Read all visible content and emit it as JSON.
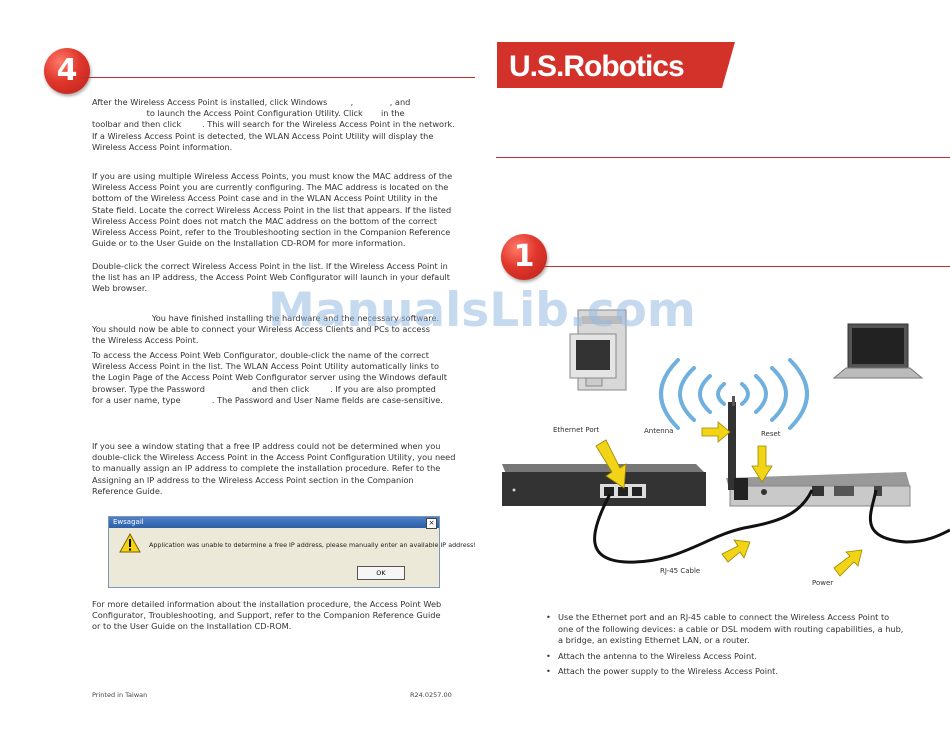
{
  "left_page": {
    "step_number": "4",
    "paragraphs": [
      [
        "After the Wireless Access Point is installed, click Windows         ,              , and",
        "                     to launch the Access Point Configuration Utility. Click       in the",
        "toolbar and then click        . This will search for the Wireless Access Point in the network.",
        "If a Wireless Access Point is detected, the WLAN Access Point Utility will display the",
        "Wireless Access Point information."
      ],
      [
        "If you are using multiple Wireless Access Points, you must know the MAC address of the",
        "Wireless Access Point you are currently configuring. The MAC address is located on the",
        "bottom of the Wireless Access Point case and in the WLAN Access Point Utility in the",
        "State field. Locate the correct Wireless Access Point in the list that appears. If the listed",
        "Wireless Access Point does not match the MAC address on the bottom of the correct",
        "Wireless Access Point, refer to the Troubleshooting section in the Companion Reference",
        "Guide or to the User Guide on the Installation CD-ROM for more information."
      ],
      [
        "Double-click the correct Wireless Access Point in the list. If the Wireless Access Point in",
        "the list has an IP address, the Access Point Web Configurator will launch in your default",
        "Web browser."
      ],
      [
        "                       You have finished installing the hardware and the necessary software.",
        "You should now be able to connect your Wireless Access Clients and PCs to access",
        "the Wireless Access Point."
      ],
      [
        "To access the Access Point Web Configurator, double-click the name of the correct",
        "Wireless Access Point in the list. The WLAN Access Point Utility automatically links to",
        "the Login Page of the Access Point Web Configurator server using the Windows default",
        "browser. Type the Password                  and then click        . If you are also prompted",
        "for a user name, type            . The Password and User Name fields are case-sensitive."
      ],
      [
        "If you see a window stating that a free IP address could not be determined when you",
        "double-click the Wireless Access Point in the Access Point Configuration Utility, you need",
        "to manually assign an IP address to complete the installation procedure. Refer to the",
        "Assigning an IP address to the Wireless Access Point section in the Companion",
        "Reference Guide."
      ],
      [
        "For more detailed information about the installation procedure, the Access Point Web",
        "Configurator, Troubleshooting, and Support, refer to the Companion Reference Guide",
        "or to the User Guide on the Installation CD-ROM."
      ]
    ],
    "dialog": {
      "title": "Ewsagail",
      "message": "Application was unable to determine a free IP address, please manually enter an available IP address!",
      "ok_label": "OK",
      "close_label": "×"
    },
    "footer_left": "Printed in Taiwan",
    "footer_right": "R24.0257.00"
  },
  "right_page": {
    "logo_text": "U.S.Robotics",
    "step_number": "1",
    "diagram_labels": {
      "ethernet_port": "Ethernet Port",
      "antenna": "Antenna",
      "reset": "Reset",
      "rj45": "RJ-45 Cable",
      "power": "Power"
    },
    "bullets": [
      "Use the Ethernet port and an RJ-45 cable to connect the Wireless Access Point to one of the following devices: a cable or DSL modem with routing capabilities, a hub, a bridge, an existing Ethernet LAN, or a router.",
      "Attach the antenna to the Wireless Access Point.",
      "Attach the power supply to the Wireless Access Point."
    ]
  },
  "watermark": "ManualsLib.com",
  "colors": {
    "accent_red": "#d3322a",
    "arrow_yellow": "#f2d417"
  }
}
